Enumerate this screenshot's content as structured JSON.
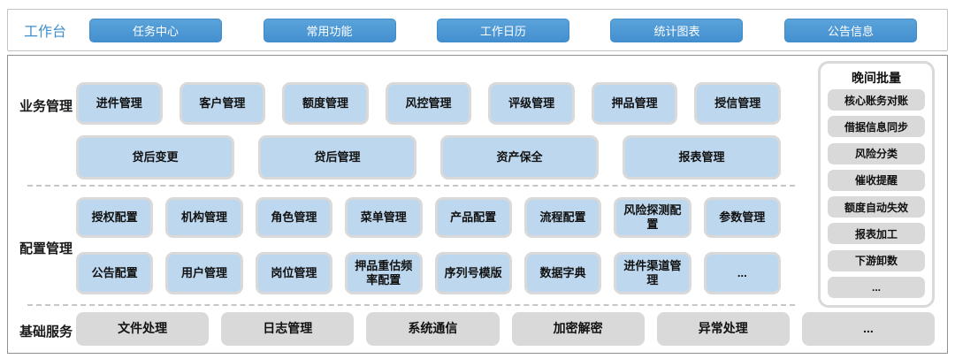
{
  "topbar": {
    "label": "工作台",
    "buttons": [
      "任务中心",
      "常用功能",
      "工作日历",
      "统计图表",
      "公告信息"
    ]
  },
  "sections": {
    "business": {
      "label": "业务管理",
      "row1": [
        "进件管理",
        "客户管理",
        "额度管理",
        "风控管理",
        "评级管理",
        "押品管理",
        "授信管理"
      ],
      "row2": [
        "贷后变更",
        "贷后管理",
        "资产保全",
        "报表管理"
      ]
    },
    "config": {
      "label": "配置管理",
      "row1": [
        "授权配置",
        "机构管理",
        "角色管理",
        "菜单管理",
        "产品配置",
        "流程配置",
        "风险探测配置",
        "参数管理"
      ],
      "row2": [
        "公告配置",
        "用户管理",
        "岗位管理",
        "押品重估频率配置",
        "序列号模版",
        "数据字典",
        "进件渠道管理",
        "..."
      ]
    },
    "base": {
      "label": "基础服务",
      "items": [
        "文件处理",
        "日志管理",
        "系统通信",
        "加密解密",
        "异常处理",
        "..."
      ]
    },
    "batch": {
      "title": "晚间批量",
      "items": [
        "核心账务对账",
        "借据信息同步",
        "风险分类",
        "催收提醒",
        "额度自动失效",
        "报表加工",
        "下游卸数",
        "..."
      ]
    }
  },
  "colors": {
    "accent_blue": "#4796d3",
    "tile_blue": "#bdd7ee",
    "tile_gray": "#d9d9d9",
    "border_gray": "#d9d9d9",
    "outer_border": "#8f8f8f",
    "label_blue": "#3f8fce"
  }
}
